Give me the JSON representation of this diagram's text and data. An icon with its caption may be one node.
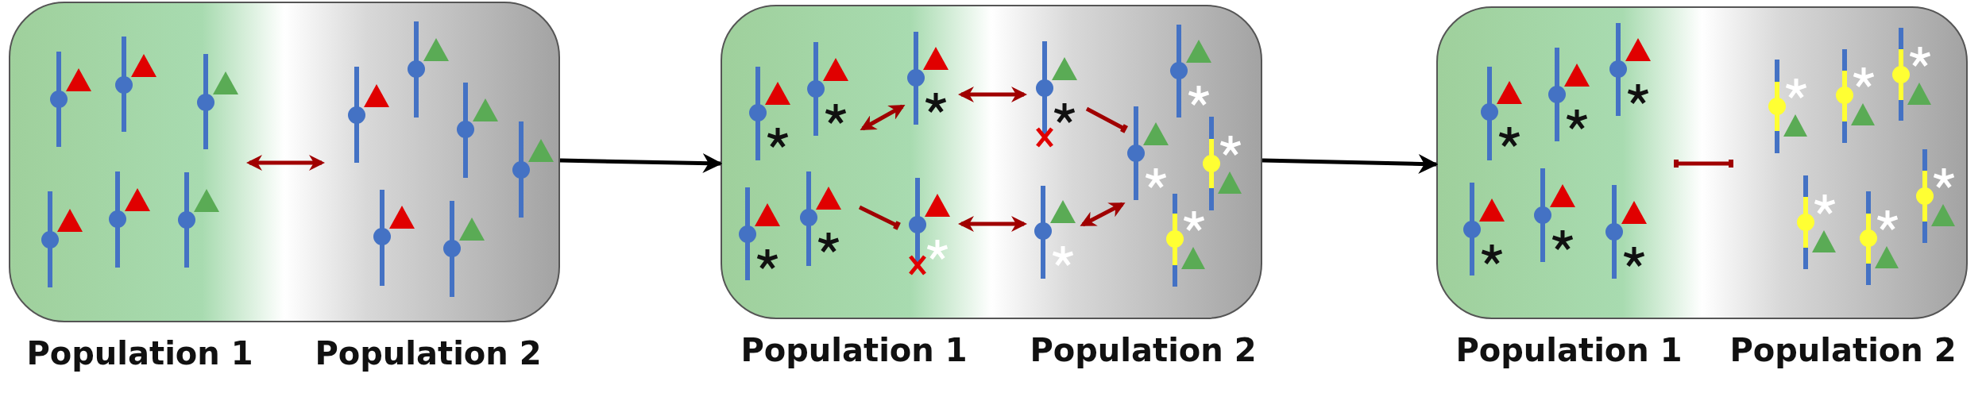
{
  "diagram": {
    "nodes": [
      {
        "text": [
          "Population 1",
          "Population 2"
        ]
      },
      {
        "text": [
          "Population 1",
          "Population 2"
        ]
      },
      {
        "text": [
          "Population 1",
          "Population 2"
        ]
      }
    ],
    "edges": [
      {
        "from": 0,
        "to": 1,
        "arrow": "to"
      },
      {
        "from": 1,
        "to": 2,
        "arrow": "to"
      }
    ]
  }
}
